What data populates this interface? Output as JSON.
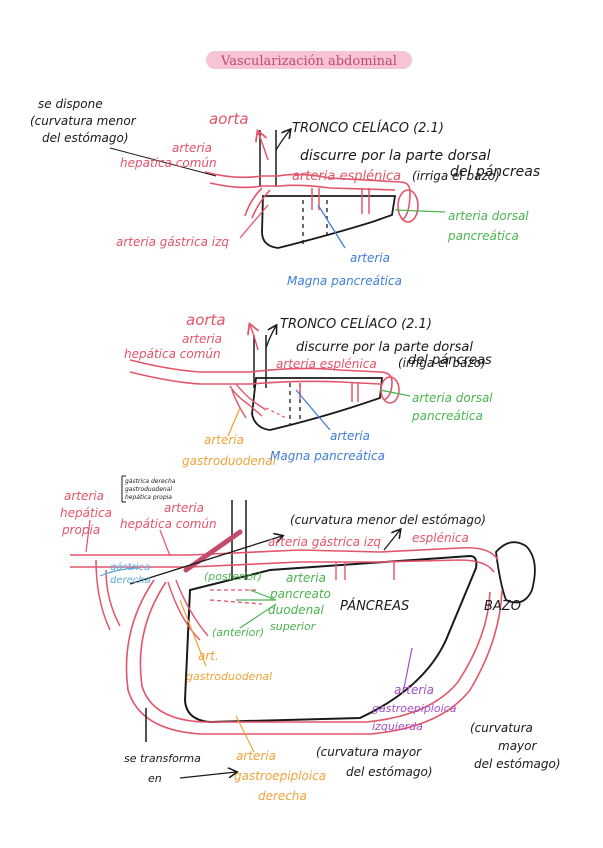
{
  "title": "Vascularización abdominal",
  "colors": {
    "black": "#1a1a1a",
    "red": "#e2556a",
    "green": "#4cb550",
    "blue": "#3f7fd6",
    "orange": "#f0a33a",
    "purple": "#a44fc4",
    "pink_highlight": "#f7c4d6",
    "mauve": "#c24a6a"
  },
  "d1": {
    "se_dispone_1": "se dispone",
    "se_dispone_2": "(curvatura menor",
    "se_dispone_3": "del estómago)",
    "aorta": "aorta",
    "tronco": "TRONCO CELÍACO (2.1)",
    "hepatica_1": "arteria",
    "hepatica_2": "hepática común",
    "discurre_1": "discurre por la parte dorsal",
    "discurre_2": "del páncreas",
    "esplenica": "arteria esplénica",
    "irriga": "(irriga el bazo)",
    "dorsal_1": "arteria dorsal",
    "dorsal_2": "pancreática",
    "gastrica": "arteria gástrica izq",
    "magna_1": "arteria",
    "magna_2": "Magna pancreática"
  },
  "d2": {
    "aorta": "aorta",
    "tronco": "TRONCO CELÍACO (2.1)",
    "hepatica_1": "arteria",
    "hepatica_2": "hepática común",
    "discurre_1": "discurre por la parte dorsal",
    "discurre_2": "del páncreas",
    "esplenica": "arteria esplénica",
    "irriga": "(irriga el bazo)",
    "dorsal_1": "arteria dorsal",
    "dorsal_2": "pancreática",
    "gastroduodenal_1": "arteria",
    "gastroduodenal_2": "gastroduodenal",
    "magna_1": "arteria",
    "magna_2": "Magna pancreática"
  },
  "d3": {
    "list_1": "gástrica derecha",
    "list_2": "gastroduodenal",
    "list_3": "hepática propia",
    "propia_1": "arteria",
    "propia_2": "hepática",
    "propia_3": "propia",
    "hep_comun_1": "arteria",
    "hep_comun_2": "hepática común",
    "curv_menor": "(curvatura menor del estómago)",
    "gastrica_izq": "arteria gástrica izq",
    "esplenica": "esplénica",
    "gastrica_der_1": "gástrica",
    "gastrica_der_2": "derecha",
    "posterior": "(posterior)",
    "anterior": "(anterior)",
    "pd_1": "arteria",
    "pd_2": "pancreato",
    "pd_3": "duodenal",
    "pd_4": "superior",
    "pancreas": "PÁNCREAS",
    "bazo": "BAZO",
    "art_gd_1": "art.",
    "art_gd_2": "gastroduodenal",
    "ge_izq_1": "arteria",
    "ge_izq_2": "gastroepiploica",
    "ge_izq_3": "izquierda",
    "curv_mayor_r1": "(curvatura",
    "curv_mayor_r2": "mayor",
    "curv_mayor_r3": "del estómago)",
    "curv_mayor_c1": "(curvatura mayor",
    "curv_mayor_c2": "del estómago)",
    "ge_der_1": "arteria",
    "ge_der_2": "gastroepiploica",
    "ge_der_3": "derecha",
    "transforma_1": "se transforma",
    "transforma_2": "en"
  }
}
